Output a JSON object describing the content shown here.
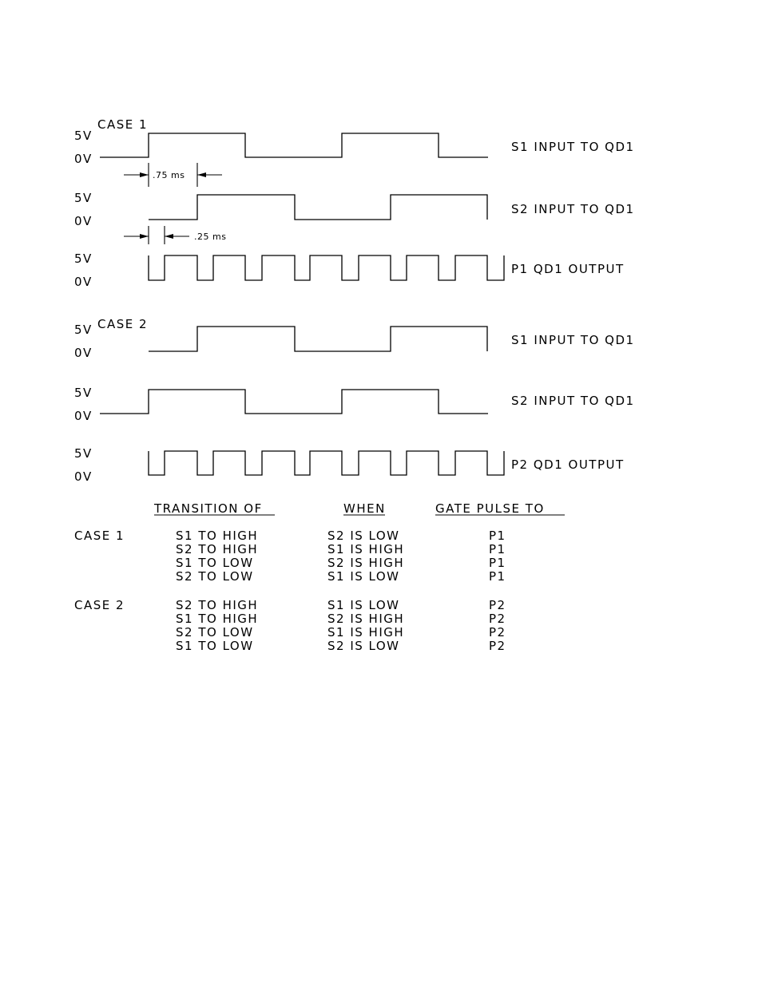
{
  "levels": {
    "high": "5V",
    "low": "0V"
  },
  "case1": {
    "title": "CASE 1",
    "signals": [
      {
        "name": "S1 INPUT TO QD1"
      },
      {
        "name": "S2 INPUT TO QD1"
      },
      {
        "name": "P1 QD1 OUTPUT"
      }
    ],
    "dim_075": ".75 ms",
    "dim_025": ".25 ms"
  },
  "case2": {
    "title": "CASE 2",
    "signals": [
      {
        "name": "S1 INPUT TO QD1"
      },
      {
        "name": "S2 INPUT TO QD1"
      },
      {
        "name": "P2 QD1 OUTPUT"
      }
    ]
  },
  "table": {
    "headers": [
      "TRANSITION OF",
      "WHEN",
      "GATE PULSE TO"
    ],
    "groups": [
      {
        "case": "CASE 1",
        "rows": [
          [
            "S1 TO HIGH",
            "S2 IS LOW",
            "P1"
          ],
          [
            "S2 TO HIGH",
            "S1 IS HIGH",
            "P1"
          ],
          [
            "S1 TO LOW",
            "S2 IS HIGH",
            "P1"
          ],
          [
            "S2 TO LOW",
            "S1 IS LOW",
            "P1"
          ]
        ]
      },
      {
        "case": "CASE 2",
        "rows": [
          [
            "S2 TO HIGH",
            "S1 IS LOW",
            "P2"
          ],
          [
            "S1 TO HIGH",
            "S2 IS HIGH",
            "P2"
          ],
          [
            "S2 TO LOW",
            "S1 IS HIGH",
            "P2"
          ],
          [
            "S1 TO LOW",
            "S2 IS LOW",
            "P2"
          ]
        ]
      }
    ]
  }
}
